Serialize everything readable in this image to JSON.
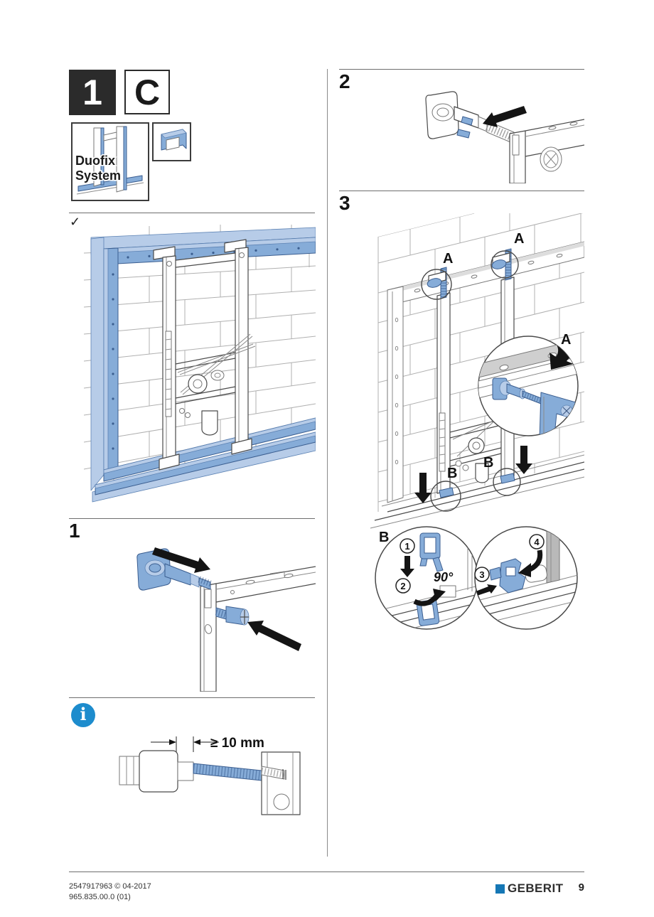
{
  "header": {
    "step_number": "1",
    "variant_letter": "C",
    "system_name_line1": "Duofix",
    "system_name_line2": "System"
  },
  "sections": {
    "check_mark": "✓",
    "section1": "1",
    "section2": "2",
    "section3": "3"
  },
  "labels": {
    "detail_a": "A",
    "detail_b": "B",
    "rotation_angle": "90°",
    "min_distance": "≥ 10 mm",
    "substep_1": "1",
    "substep_2": "2",
    "substep_3": "3",
    "substep_4": "4"
  },
  "footer": {
    "document_number": "2547917963 © 04-2017",
    "article_number": "965.835.00.0 (01)",
    "brand": "GEBERIT",
    "page_number": "9"
  },
  "colors": {
    "illustration_blue": "#86acd8",
    "illustration_blue_light": "#b7cce8",
    "info_icon_blue": "#1d8ccd",
    "brand_blue": "#1577b5"
  }
}
